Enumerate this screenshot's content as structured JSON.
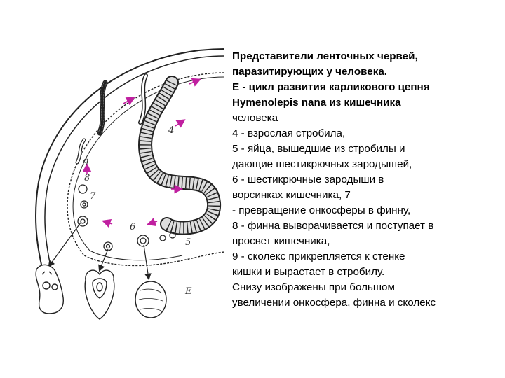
{
  "diagram": {
    "labels": {
      "adult_strobila": "4",
      "eggs": "5",
      "oncosphere_villi": "6",
      "transformation": "7",
      "finna_everts": "8",
      "scolex_attaches": "9",
      "panel": "E"
    },
    "colors": {
      "ink": "#222222",
      "arrow": "#c020a0",
      "segment_fill": "#dddddd"
    }
  },
  "caption": {
    "lines": [
      "Представители ленточных червей,",
      "паразитирующих у человека.",
      "Е - цикл развития карликового цепня",
      "Hymenolepis nana из кишечника",
      "человека",
      "4 - взрослая стробила,",
      "5 - яйца, вышедшие из стробилы и",
      "дающие шестикрючных зародышей,",
      "6 - шестикрючные зародыши в",
      "ворсинках кишечника, 7",
      " - превращение онкосферы в финну,",
      "8 - финна выворачивается и поступает в",
      "просвет кишечника,",
      "9 - сколекс прикрепляется к стенке",
      "кишки и вырастает в стробилу.",
      "Снизу изображены при большом",
      "увеличении онкосфера, финна и сколекс"
    ]
  }
}
